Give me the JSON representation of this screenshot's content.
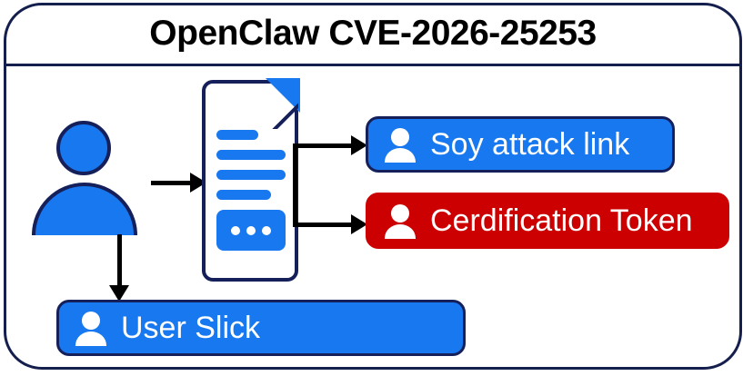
{
  "diagram": {
    "title": "OpenClaw CVE-2026-25253",
    "frame_border_color": "#141f4d",
    "background_color": "#ffffff",
    "accent_blue": "#1878f0",
    "accent_red": "#cc0000",
    "outline_navy": "#15205a",
    "arrow_color": "#000000"
  },
  "actor": {
    "name": "user-avatar",
    "icon": "person-icon",
    "fill": "#1878f0",
    "outline": "#15205a"
  },
  "document": {
    "name": "document-icon",
    "fold_icon": "page-fold-corner",
    "lines": 4,
    "ellipsis_dots": 3,
    "fill": "#ffffff",
    "accent": "#1878f0"
  },
  "nodes": [
    {
      "id": "soy-attack-link",
      "label": "Soy attack link",
      "icon": "person-icon",
      "color": "#1878f0",
      "text_color": "#ffffff"
    },
    {
      "id": "cerdification-token",
      "label": "Cerdification Token",
      "icon": "person-icon",
      "color": "#cc0000",
      "text_color": "#ffffff"
    },
    {
      "id": "user-slick",
      "label": "User Slick",
      "icon": "person-icon",
      "color": "#1878f0",
      "text_color": "#ffffff"
    }
  ],
  "arrows": [
    {
      "id": "user-to-document",
      "from": "user-avatar",
      "to": "document-icon",
      "direction": "right"
    },
    {
      "id": "document-to-soy-attack-link",
      "from": "document-icon",
      "to": "soy-attack-link",
      "direction": "right"
    },
    {
      "id": "document-to-cerdification-token",
      "from": "document-icon",
      "to": "cerdification-token",
      "direction": "right"
    },
    {
      "id": "user-to-user-slick",
      "from": "user-avatar",
      "to": "user-slick",
      "direction": "down"
    }
  ]
}
